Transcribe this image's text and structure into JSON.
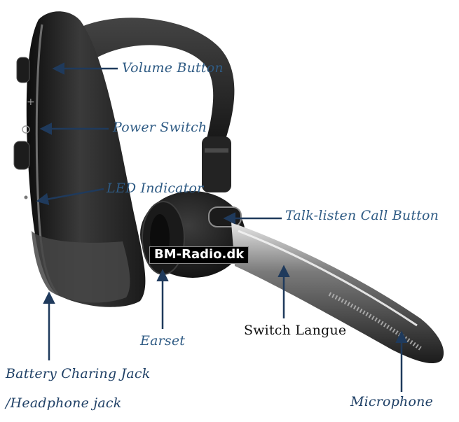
{
  "labels": {
    "volume_button": "Volume Button",
    "power_switch": "Power Switch",
    "led_indicator": "LED Indicator",
    "talk_listen_call_button": "Talk-listen Call Button",
    "earset": "Earset",
    "switch_langue": "Switch Langue",
    "battery_line1": "Battery Charing Jack",
    "battery_line2": "/Headphone jack",
    "microphone": "Microphone"
  },
  "watermark": "BM-Radio.dk",
  "colors": {
    "label_blue": "#2f5b84",
    "arrow_navy": "#1f3a5c",
    "device_body": "#2b2b2b",
    "background": "#ffffff"
  }
}
